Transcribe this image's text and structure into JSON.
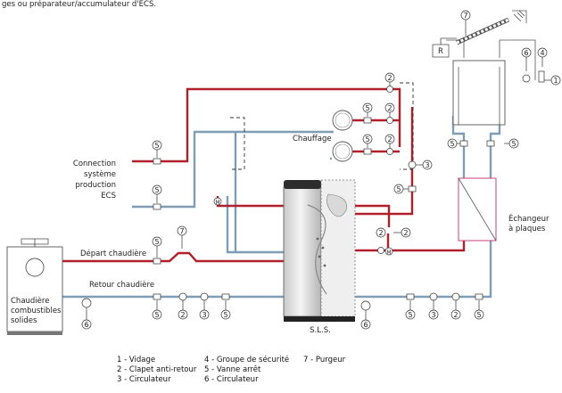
{
  "title": "ges ou préparateur/accumulateur d'ECS.",
  "labels": {
    "connection_1": "Connection",
    "connection_2": "système",
    "connection_3": "production",
    "connection_4": "ECS",
    "chauffage": "Chauffage",
    "depart": "Départ chaudière",
    "retour": "Retour chaudière",
    "chaudiere_1": "Chaudière",
    "chaudiere_2": "combustibles",
    "chaudiere_3": "solides",
    "echangeur_1": "Échangeur",
    "echangeur_2": "à plaques",
    "sls": "S.L.S.",
    "regulator": "R",
    "valve_m": "M"
  },
  "legend": [
    "1 - Vidage",
    "2 - Clapet anti-retour",
    "3 - Circulateur",
    "4 - Groupe de sécurité",
    "5 - Vanne arrêt",
    "6 - Circulateur",
    "7 - Purgeur"
  ],
  "colors": {
    "hot": "#b0202c",
    "cold": "#7f9db5",
    "exchanger": "#c8407a"
  }
}
